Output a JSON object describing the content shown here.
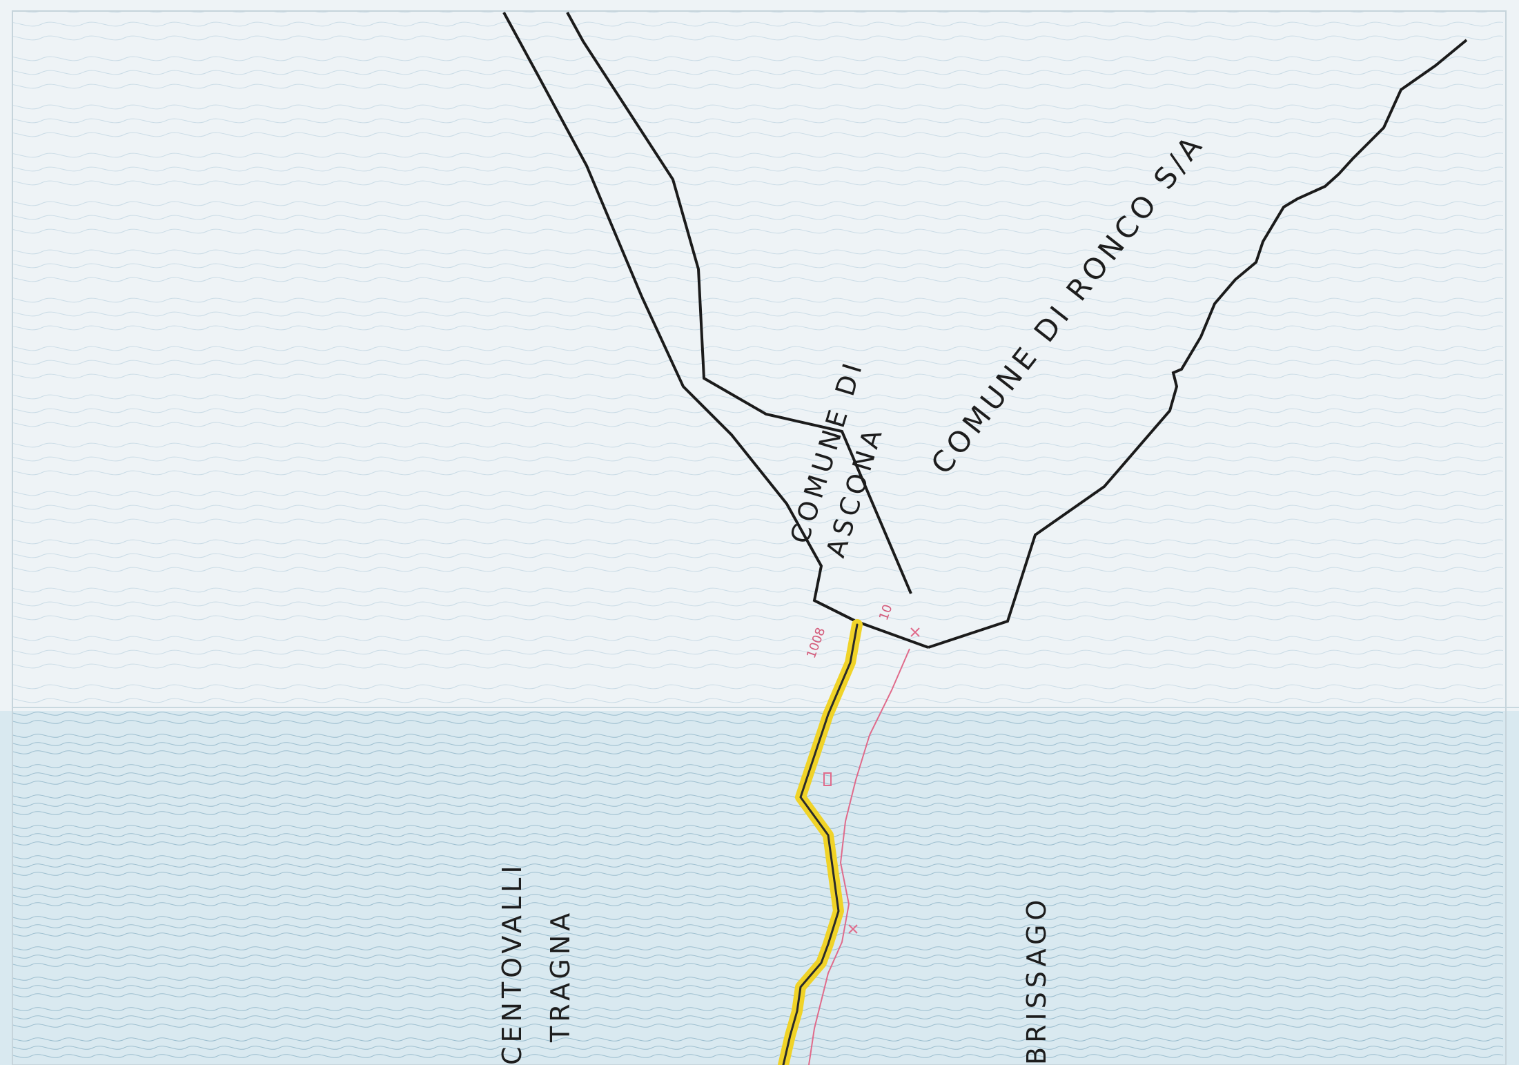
{
  "labels": {
    "ronco": "COMUNE DI RONCO S/A",
    "ascona_line1": "COMUNE DI",
    "ascona_line2": "ASCONA",
    "centovalli": "CENTOVALLI",
    "tragna": "TRAGNA",
    "brissago": "BRISSAGO"
  },
  "annotations": {
    "elevation_a": "1008",
    "elevation_b": "10"
  },
  "colors": {
    "map_top_bg": "#eef3f6",
    "map_bottom_bg": "#d9e9f0",
    "contour": "#8fb3c6",
    "boundary": "#1b1b1b",
    "highlight_path": "#f0d328",
    "red_markup": "#e06a8a"
  }
}
